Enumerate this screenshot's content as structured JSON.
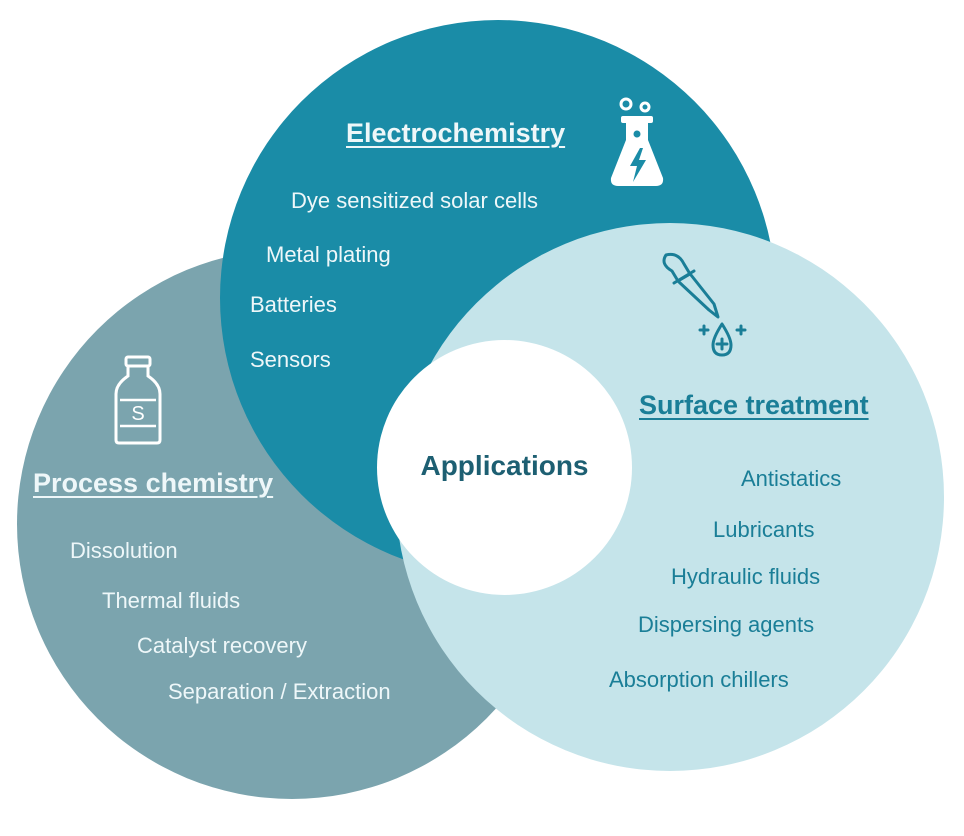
{
  "center": {
    "label": "Applications"
  },
  "electrochemistry": {
    "title": "Electrochemistry",
    "icon": "flask-lightning-icon",
    "items": [
      "Dye sensitized solar cells",
      "Metal plating",
      "Batteries",
      "Sensors"
    ]
  },
  "process_chemistry": {
    "title": "Process chemistry",
    "icon": "bottle-icon",
    "icon_letter": "S",
    "items": [
      "Dissolution",
      "Thermal fluids",
      "Catalyst recovery",
      "Separation / Extraction"
    ]
  },
  "surface_treatment": {
    "title": "Surface treatment",
    "icon": "dropper-icon",
    "items": [
      "Antistatics",
      "Lubricants",
      "Hydraulic fluids",
      "Dispersing agents",
      "Absorption chillers"
    ]
  },
  "colors": {
    "electrochemistry": "#1a8ca7",
    "process_chemistry": "#7ba4ae",
    "surface_treatment": "#c5e4ea",
    "center": "#ffffff"
  }
}
